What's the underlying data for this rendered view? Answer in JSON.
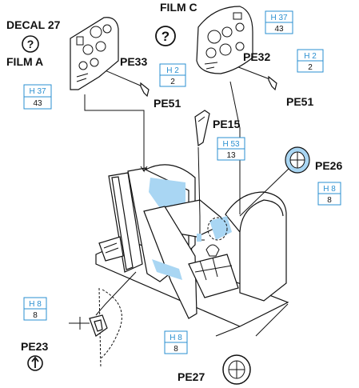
{
  "colors": {
    "accent": "#2a8fd0",
    "highlight": "#a9d6f3",
    "ink": "#111111"
  },
  "labels": {
    "decal": "DECAL 27",
    "film_a": "FILM A",
    "film_c": "FILM C",
    "pe33": "PE33",
    "pe32": "PE32",
    "pe51_left": "PE51",
    "pe51_right": "PE51",
    "pe15": "PE15",
    "pe26": "PE26",
    "pe23": "PE23",
    "pe27": "PE27"
  },
  "callouts": {
    "h37_left": {
      "top": "H 37",
      "bottom": "43"
    },
    "h2_left": {
      "top": "H 2",
      "bottom": "2"
    },
    "h37_right": {
      "top": "H 37",
      "bottom": "43"
    },
    "h2_right": {
      "top": "H 2",
      "bottom": "2"
    },
    "h53": {
      "top": "H 53",
      "bottom": "13"
    },
    "h8_pe26": {
      "top": "H 8",
      "bottom": "8"
    },
    "h8_pe23": {
      "top": "H 8",
      "bottom": "8"
    },
    "h8_pe27": {
      "top": "H 8",
      "bottom": "8"
    }
  },
  "icons": {
    "question_left": "question-circle-icon",
    "question_center": "question-circle-icon",
    "rotate": "rotate-arrow-icon"
  }
}
